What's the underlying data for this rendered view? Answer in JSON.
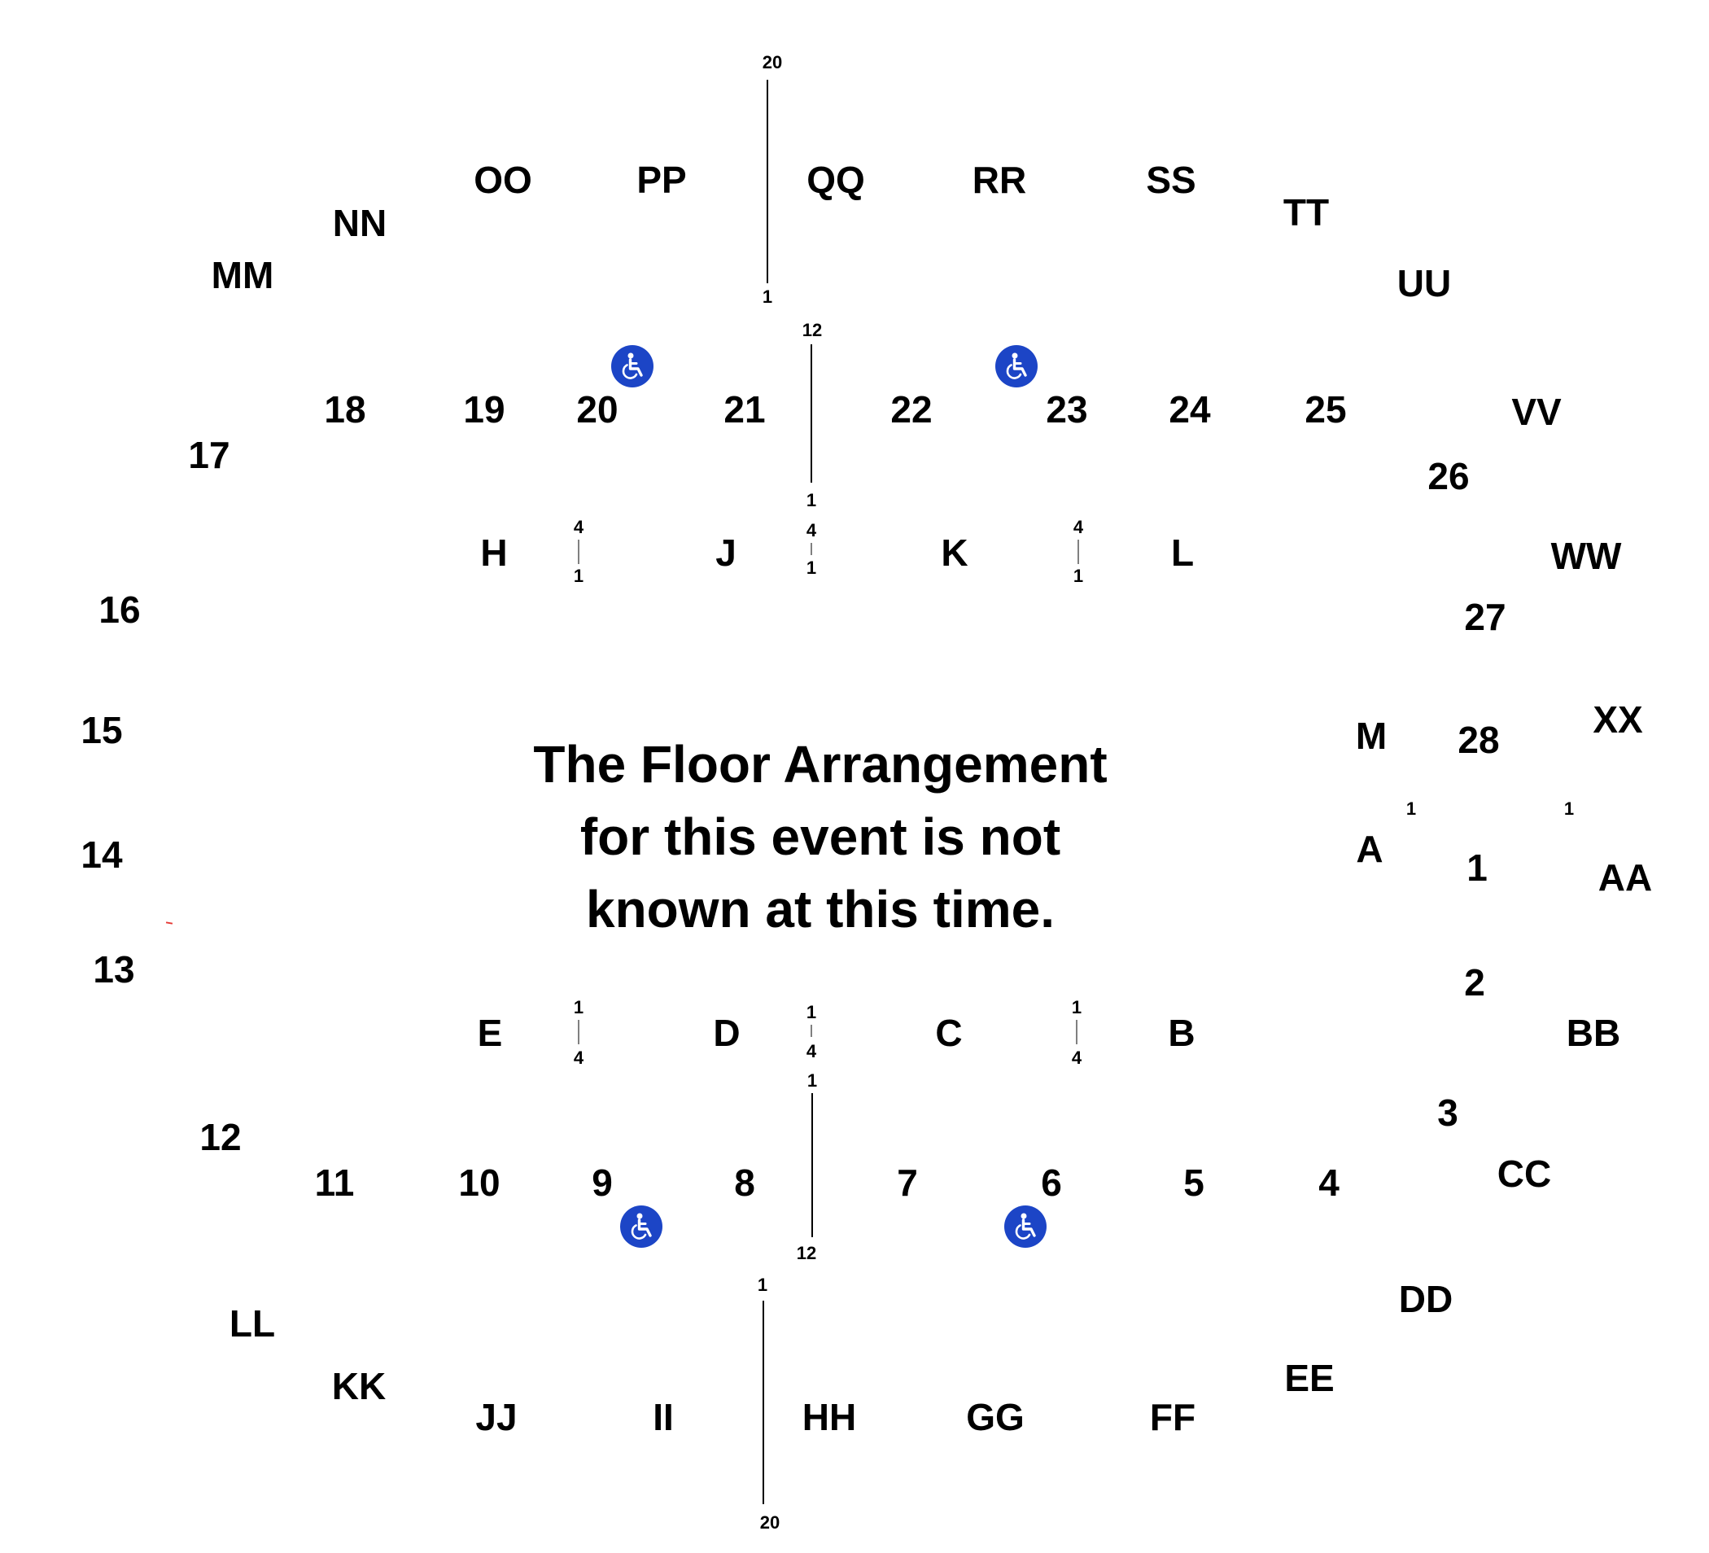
{
  "notice": {
    "line1": "The Floor Arrangement",
    "line2": "for this event is not",
    "line3": "known at this time."
  },
  "sections": {
    "outer_top": [
      "OO",
      "PP",
      "QQ",
      "RR",
      "SS",
      "TT",
      "UU",
      "NN",
      "MM"
    ],
    "outer_right": [
      "VV",
      "WW",
      "XX",
      "AA",
      "BB",
      "CC"
    ],
    "outer_bottom": [
      "DD",
      "EE",
      "FF",
      "GG",
      "HH",
      "II",
      "JJ",
      "KK",
      "LL"
    ],
    "inner_top": [
      "17",
      "18",
      "19",
      "20",
      "21",
      "22",
      "23",
      "24",
      "25",
      "26",
      "27",
      "28"
    ],
    "inner_left": [
      "16",
      "15",
      "14",
      "13"
    ],
    "inner_bottom": [
      "1",
      "2",
      "3",
      "4",
      "5",
      "6",
      "7",
      "8",
      "9",
      "10",
      "11",
      "12"
    ],
    "floor_top": [
      "H",
      "J",
      "K",
      "L"
    ],
    "floor_right": [
      "M",
      "A"
    ],
    "floor_bottom": [
      "E",
      "D",
      "C",
      "B"
    ]
  },
  "row_numbers": {
    "one": "1",
    "four": "4",
    "twelve": "12",
    "twenty": "20"
  },
  "icons": {
    "accessible": "wheelchair-accessible-icon",
    "accessible_color": "#1c45c6"
  }
}
